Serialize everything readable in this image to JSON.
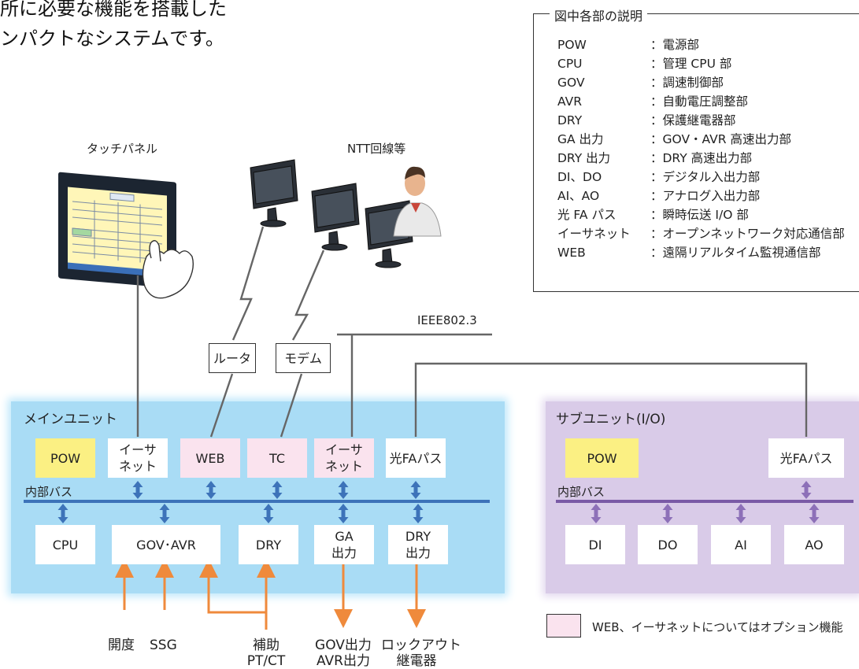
{
  "intro": {
    "line1": "所に必要な機能を搭載した",
    "line2": "ンパクトなシステムです。"
  },
  "legend": {
    "title": "図中各部の説明",
    "items": [
      {
        "abbr": "POW",
        "desc": "：電源部"
      },
      {
        "abbr": "CPU",
        "desc": "：管理 CPU 部"
      },
      {
        "abbr": "GOV",
        "desc": "：調速制御部"
      },
      {
        "abbr": "AVR",
        "desc": "：自動電圧調整部"
      },
      {
        "abbr": "DRY",
        "desc": "：保護継電器部"
      },
      {
        "abbr": "GA 出力",
        "desc": "：GOV・AVR 高速出力部"
      },
      {
        "abbr": "DRY 出力",
        "desc": "：DRY 高速出力部"
      },
      {
        "abbr": "DI、DO",
        "desc": "：デジタル入出力部"
      },
      {
        "abbr": "AI、AO",
        "desc": "：アナログ入出力部"
      },
      {
        "abbr": "光 FA パス",
        "desc": "：瞬時伝送 I/O 部"
      },
      {
        "abbr": "イーサネット",
        "desc": "：オープンネットワーク対応通信部"
      },
      {
        "abbr": "WEB",
        "desc": "：遠隔リアルタイム監視通信部"
      }
    ]
  },
  "labels": {
    "touch_panel": "タッチパネル",
    "ntt": "NTT回線等",
    "ieee": "IEEE802.3",
    "router": "ルータ",
    "modem": "モデム",
    "option_note": "WEB、イーサネットについてはオプション機能"
  },
  "main_unit": {
    "title": "メインユニット",
    "bus": "内部バス",
    "top": {
      "pow": "POW",
      "ether1_a": "イーサ",
      "ether1_b": "ネット",
      "web": "WEB",
      "tc": "TC",
      "ether2_a": "イーサ",
      "ether2_b": "ネット",
      "fa": "光FAパス"
    },
    "bottom": {
      "cpu": "CPU",
      "govavr": "GOV･AVR",
      "dry": "DRY",
      "ga_a": "GA",
      "ga_b": "出力",
      "dryout_a": "DRY",
      "dryout_b": "出力"
    }
  },
  "sub_unit": {
    "title": "サブユニット(I/O)",
    "bus": "内部バス",
    "pow": "POW",
    "fa": "光FAパス",
    "di": "DI",
    "do": "DO",
    "ai": "AI",
    "ao": "AO"
  },
  "signals": {
    "kaido": "開度",
    "ssg": "SSG",
    "hojo_a": "補助",
    "hojo_b": "PT/CT",
    "govout_a": "GOV出力",
    "govout_b": "AVR出力",
    "lockout_a": "ロックアウト",
    "lockout_b": "継電器"
  },
  "colors": {
    "main_unit_bg": "#a9dcf5",
    "sub_unit_bg": "#d9cbe8",
    "bus_blue": "#3d73b9",
    "bus_purple": "#7a5aa6",
    "signal_orange": "#ef8a3c",
    "pow_yellow": "#fbf083",
    "option_pink": "#fae3ee",
    "wire_gray": "#666666"
  }
}
